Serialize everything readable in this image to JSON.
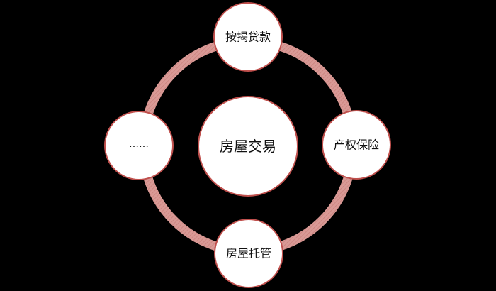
{
  "diagram": {
    "center": {
      "label": "房屋交易"
    },
    "nodes": [
      {
        "id": "top",
        "label": "按揭贷款"
      },
      {
        "id": "right",
        "label": "产权保险"
      },
      {
        "id": "bottom",
        "label": "房屋托管"
      },
      {
        "id": "left",
        "label": "……"
      }
    ]
  },
  "colors": {
    "background": "#000000",
    "ring": "#d99a96",
    "ring_stripe": "#c97f7a",
    "node_fill": "#ffffff",
    "node_stroke": "#c0504d",
    "text": "#111111"
  }
}
